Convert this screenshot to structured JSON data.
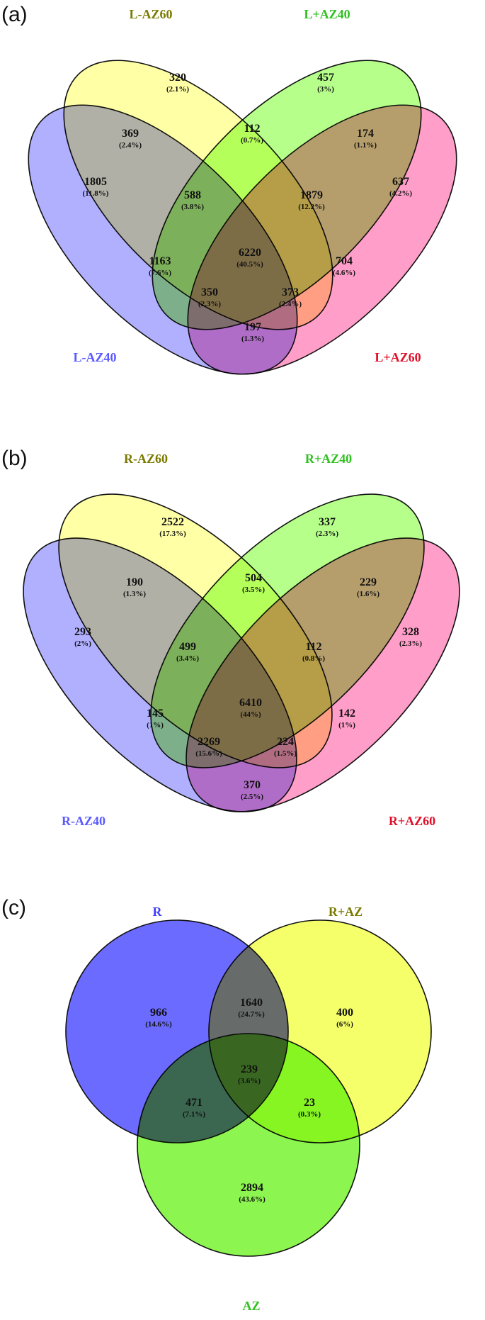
{
  "panels": [
    {
      "label": "(a)",
      "sets": [
        {
          "name": "L-AZ40",
          "color": "#5a5aff"
        },
        {
          "name": "L-AZ60",
          "color": "#7a7a00"
        },
        {
          "name": "L+AZ40",
          "color": "#30c020"
        },
        {
          "name": "L+AZ60",
          "color": "#e0102a"
        }
      ],
      "regions": [
        {
          "count": "320",
          "pct": "(2.1%)"
        },
        {
          "count": "457",
          "pct": "(3%)"
        },
        {
          "count": "369",
          "pct": "(2.4%)"
        },
        {
          "count": "112",
          "pct": "(0.7%)"
        },
        {
          "count": "174",
          "pct": "(1.1%)"
        },
        {
          "count": "1805",
          "pct": "(11.8%)"
        },
        {
          "count": "588",
          "pct": "(3.8%)"
        },
        {
          "count": "1879",
          "pct": "(12.2%)"
        },
        {
          "count": "637",
          "pct": "(4.2%)"
        },
        {
          "count": "1163",
          "pct": "(7.6%)"
        },
        {
          "count": "6220",
          "pct": "(40.5%)"
        },
        {
          "count": "704",
          "pct": "(4.6%)"
        },
        {
          "count": "350",
          "pct": "(2.3%)"
        },
        {
          "count": "373",
          "pct": "(2.4%)"
        },
        {
          "count": "197",
          "pct": "(1.3%)"
        }
      ]
    },
    {
      "label": "(b)",
      "sets": [
        {
          "name": "R-AZ40",
          "color": "#5a5aff"
        },
        {
          "name": "R-AZ60",
          "color": "#7a7a00"
        },
        {
          "name": "R+AZ40",
          "color": "#30c020"
        },
        {
          "name": "R+AZ60",
          "color": "#e0102a"
        }
      ],
      "regions": [
        {
          "count": "2522",
          "pct": "(17.3%)"
        },
        {
          "count": "337",
          "pct": "(2.3%)"
        },
        {
          "count": "190",
          "pct": "(1.3%)"
        },
        {
          "count": "504",
          "pct": "(3.5%)"
        },
        {
          "count": "229",
          "pct": "(1.6%)"
        },
        {
          "count": "293",
          "pct": "(2%)"
        },
        {
          "count": "499",
          "pct": "(3.4%)"
        },
        {
          "count": "112",
          "pct": "(0.8%)"
        },
        {
          "count": "328",
          "pct": "(2.3%)"
        },
        {
          "count": "145",
          "pct": "(1%)"
        },
        {
          "count": "6410",
          "pct": "(44%)"
        },
        {
          "count": "142",
          "pct": "(1%)"
        },
        {
          "count": "2269",
          "pct": "(15.6%)"
        },
        {
          "count": "224",
          "pct": "(1.5%)"
        },
        {
          "count": "370",
          "pct": "(2.5%)"
        }
      ]
    },
    {
      "label": "(c)",
      "sets": [
        {
          "name": "R",
          "color": "#4040ff"
        },
        {
          "name": "R+AZ",
          "color": "#7a7a00"
        },
        {
          "name": "AZ",
          "color": "#30c020"
        }
      ],
      "regions": [
        {
          "count": "966",
          "pct": "(14.6%)"
        },
        {
          "count": "1640",
          "pct": "(24.7%)"
        },
        {
          "count": "400",
          "pct": "(6%)"
        },
        {
          "count": "239",
          "pct": "(3.6%)"
        },
        {
          "count": "471",
          "pct": "(7.1%)"
        },
        {
          "count": "23",
          "pct": "(0.3%)"
        },
        {
          "count": "2894",
          "pct": "(43.6%)"
        }
      ]
    }
  ]
}
